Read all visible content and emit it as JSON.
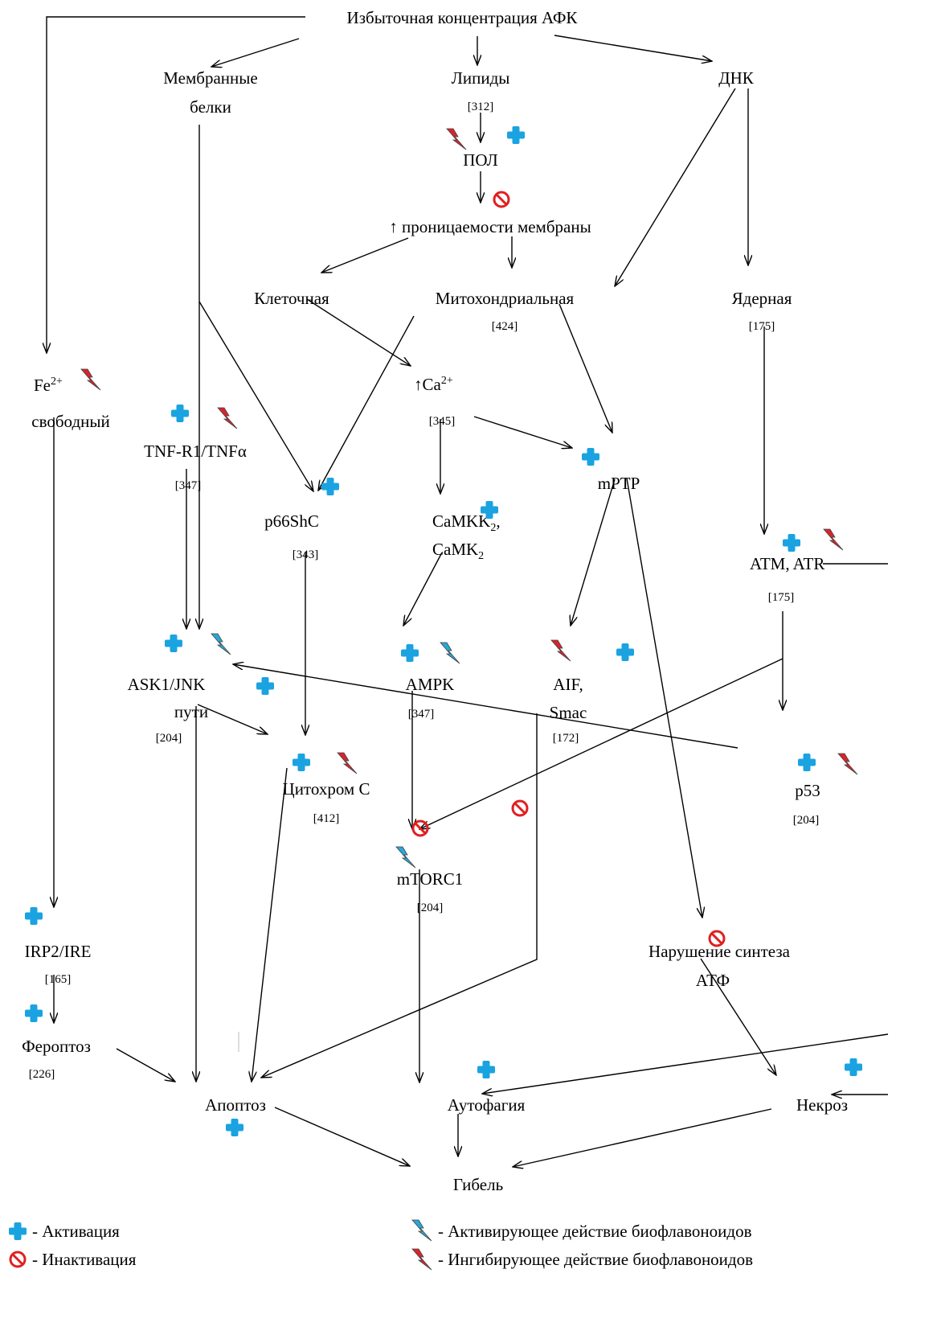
{
  "nodes": {
    "afk": "Избыточная концентрация АФК",
    "membrane_proteins_1": "Мембранные",
    "membrane_proteins_2": "белки",
    "lipids": "Липиды",
    "lipids_ref": "[312]",
    "dna": "ДНК",
    "pol": "ПОЛ",
    "permeability": "↑ проницаемости мембраны",
    "cellular": "Клеточная",
    "mitochondrial": "Митохондриальная",
    "mitochondrial_ref": "[424]",
    "nuclear": "Ядерная",
    "nuclear_ref": "[175]",
    "fe_main": "Fe",
    "fe_sup": "2+",
    "fe_free": "свободный",
    "ca_main": "↑Ca",
    "ca_sup": "2+",
    "ca_ref": "[345]",
    "tnf": "TNF-R1/TNFα",
    "tnf_ref": "[347]",
    "mptp": "mPTP",
    "p66": "p66ShC",
    "p66_ref": "[343]",
    "camkk_1": "CaMKK",
    "camkk_1_sub": "2",
    "camkk_1_tail": ",",
    "camk_2": "CaMK",
    "camk_2_sub": "2",
    "atm": "ATM, ATR",
    "atm_ref": "[175]",
    "ask_1": "ASK1/JNK",
    "ask_2": "пути",
    "ask_ref": "[204]",
    "ampk": "AMPK",
    "ampk_ref": "[347]",
    "aif_1": "AIF,",
    "aif_2": "Smac",
    "aif_ref": "[172]",
    "cyto": "Цитохром С",
    "cyto_ref": "[412]",
    "p53": "p53",
    "p53_ref": "[204]",
    "mtorc": "mTORC1",
    "mtorc_ref": "[204]",
    "irp": "IRP2/IRE",
    "irp_ref": "[165]",
    "atp_1": "Нарушение синтеза",
    "atp_2": "АТФ",
    "ferroptosis": "Фероптоз",
    "ferroptosis_ref": "[226]",
    "apoptosis": "Апоптоз",
    "autophagy": "Аутофагия",
    "necrosis": "Некроз",
    "death": "Гибель"
  },
  "legend": {
    "activation": "- Активация",
    "inactivation": "- Инактивация",
    "bio_activating": "- Активирующее действие биофлавоноидов",
    "bio_inhibiting": "- Ингибирующее действие биофлавоноидов"
  },
  "colors": {
    "activation": "#1aa3e0",
    "inactivation": "#e02020",
    "bio_activating": "#2aa6d8",
    "bio_inhibiting": "#d8242c"
  },
  "icons": {
    "activation": "plus-icon",
    "inactivation": "prohibited-icon",
    "bio_activating": "blue-lightning-icon",
    "bio_inhibiting": "red-lightning-icon"
  }
}
